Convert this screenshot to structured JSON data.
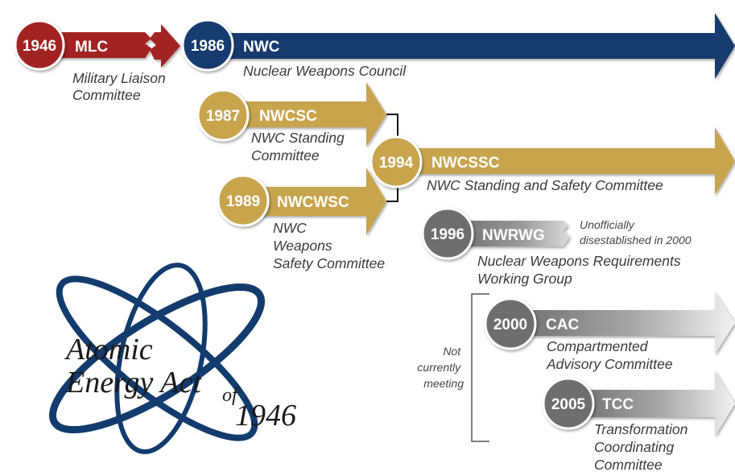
{
  "colors": {
    "red": "#a32124",
    "navy": "#123b6e",
    "gold": "#c8a44e",
    "gray": "#707070",
    "text": "#3a3a3a"
  },
  "mlc": {
    "year": "1946",
    "abbr": "MLC",
    "desc": [
      "Military Liaison",
      "Committee"
    ]
  },
  "nwc": {
    "year": "1986",
    "abbr": "NWC",
    "desc": [
      "Nuclear Weapons Council"
    ]
  },
  "nwcsc": {
    "year": "1987",
    "abbr": "NWCSC",
    "desc": [
      "NWC Standing",
      "Committee"
    ]
  },
  "nwcwsc": {
    "year": "1989",
    "abbr": "NWCWSC",
    "desc": [
      "NWC",
      "Weapons",
      "Safety Committee"
    ]
  },
  "nwcssc": {
    "year": "1994",
    "abbr": "NWCSSC",
    "desc": [
      "NWC Standing and Safety Committee"
    ]
  },
  "nwrwg": {
    "year": "1996",
    "abbr": "NWRWG",
    "desc": [
      "Nuclear Weapons Requirements",
      "Working Group"
    ],
    "note": [
      "Unofficially",
      "disestablished in 2000"
    ]
  },
  "cac": {
    "year": "2000",
    "abbr": "CAC",
    "desc": [
      "Compartmented",
      "Advisory Committee"
    ]
  },
  "tcc": {
    "year": "2005",
    "abbr": "TCC",
    "desc": [
      "Transformation",
      "Coordinating",
      "Committee"
    ]
  },
  "bracket_note": [
    "Not",
    "currently",
    "meeting"
  ],
  "logo": {
    "line1": "Atomic",
    "line2": "Energy Act",
    "of": "of",
    "year": "1946"
  }
}
